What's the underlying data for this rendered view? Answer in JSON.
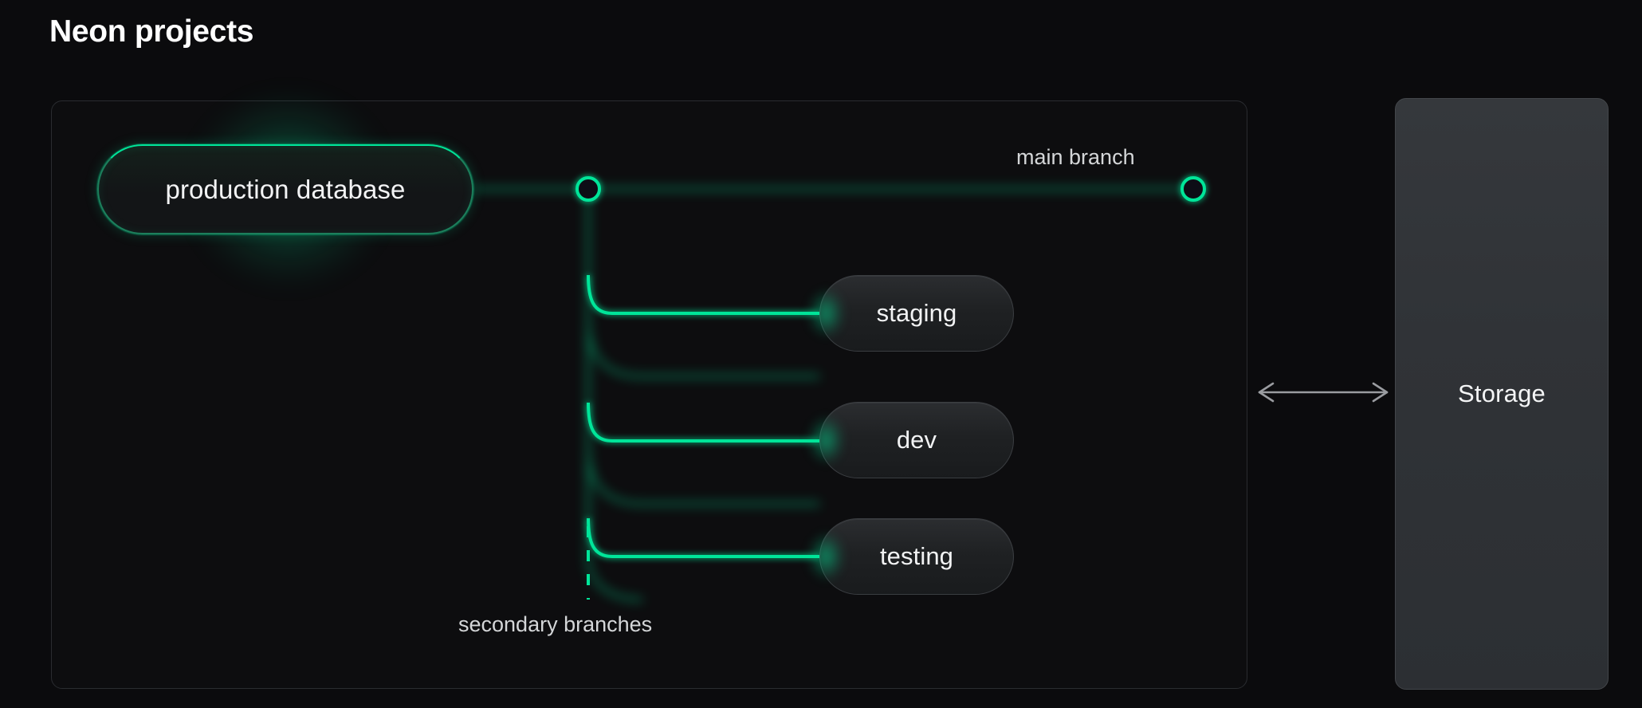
{
  "page": {
    "title": "Neon projects",
    "background_color": "#0b0b0d"
  },
  "colors": {
    "accent_green": "#00e599",
    "branch_line": "#00e599",
    "node_primary_border": "#1d7f5c",
    "node_secondary_bg": "#2b2d30",
    "container_border": "#2a2c30",
    "storage_bg": "#32353a",
    "label_text": "#d4d6d8",
    "title_text": "#ffffff",
    "arrow": "#9a9ca0"
  },
  "diagram": {
    "type": "branch-tree",
    "container_name": "Neon project",
    "primary_node": {
      "label": "production database",
      "has_glow": true,
      "glow_color": "#00e599"
    },
    "junction": {
      "name": "branch-point",
      "shape": "hollow-circle",
      "stroke": "#00e599"
    },
    "main_branch": {
      "label": "main branch",
      "endpoint_shape": "hollow-circle",
      "stroke": "#00e599"
    },
    "secondary_branches": {
      "label": "secondary branches",
      "connector_style": "dashed",
      "nodes": [
        {
          "label": "staging"
        },
        {
          "label": "dev"
        },
        {
          "label": "testing"
        }
      ]
    },
    "storage": {
      "label": "Storage",
      "link": {
        "name": "bidirectional-arrow",
        "direction": "both"
      }
    }
  }
}
